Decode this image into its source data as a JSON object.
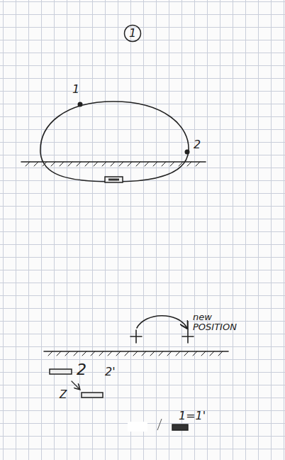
{
  "diagram": {
    "nodes": [
      {
        "text": [
          "1"
        ]
      }
    ],
    "labels": [
      "1",
      "2",
      "new POSITION",
      "2",
      "2'",
      "Z",
      "1=1'"
    ]
  }
}
